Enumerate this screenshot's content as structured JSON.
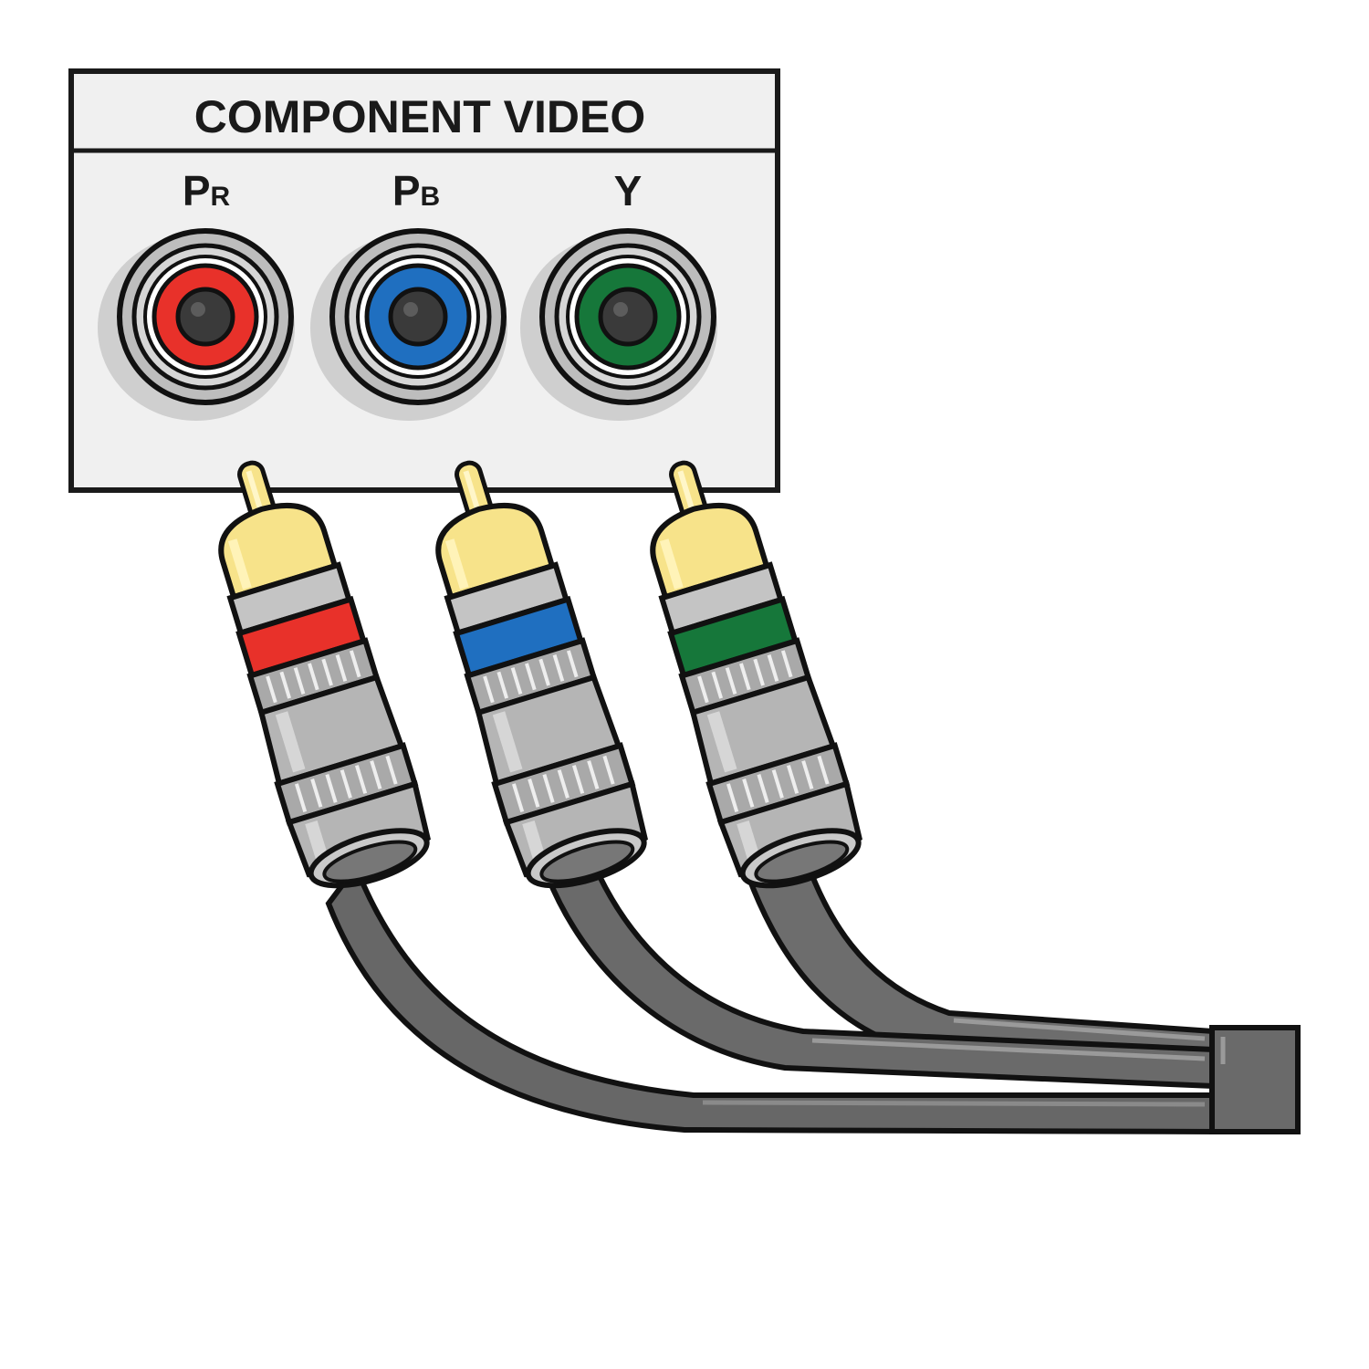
{
  "panel": {
    "title": "COMPONENT VIDEO",
    "background_color": "#f0f0f0",
    "border_color": "#1a1a1a"
  },
  "jacks": [
    {
      "id": "pr",
      "label_main": "P",
      "label_sub": "R",
      "color": "#e8312a"
    },
    {
      "id": "pb",
      "label_main": "P",
      "label_sub": "B",
      "color": "#1f6fc0"
    },
    {
      "id": "y",
      "label_main": "Y",
      "label_sub": "",
      "color": "#16773a"
    }
  ],
  "cable": {
    "jacket_color": "#666666",
    "metal_color": "#b5b5b5",
    "tip_color": "#f7e38a"
  }
}
